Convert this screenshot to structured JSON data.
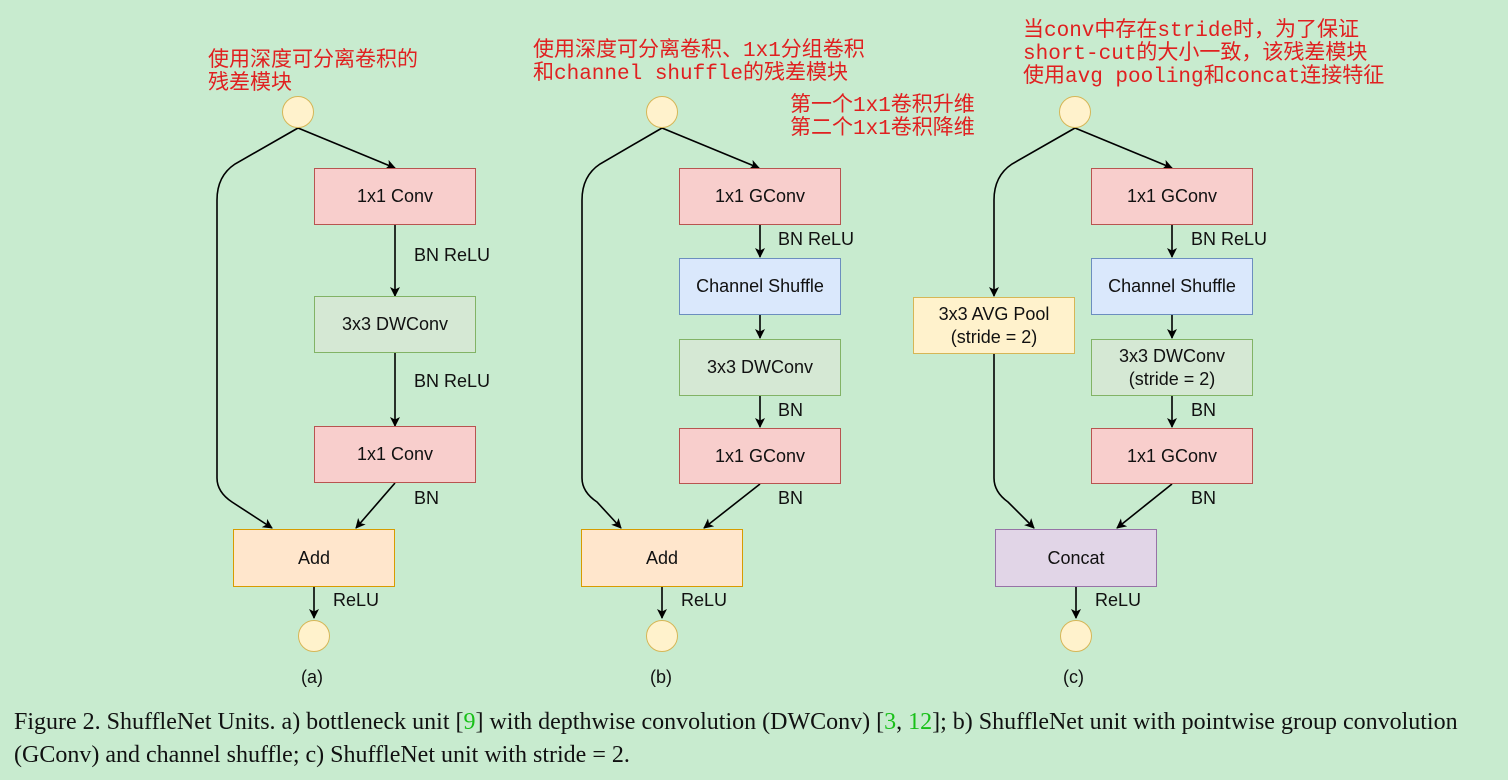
{
  "annotations": {
    "a": [
      "使用深度可分离卷积的",
      "残差模块"
    ],
    "b": [
      "使用深度可分离卷积、1x1分组卷积",
      "和channel shuffle的残差模块"
    ],
    "b_extra": [
      "第一个1x1卷积升维",
      "第二个1x1卷积降维"
    ],
    "c": [
      "当conv中存在stride时，为了保证",
      "short-cut的大小一致，该残差模块",
      "使用avg pooling和concat连接特征"
    ]
  },
  "units": {
    "a": {
      "label": "(a)",
      "conv1": "1x1 Conv",
      "edge1": "BN ReLU",
      "dwconv": "3x3 DWConv",
      "edge2": "BN ReLU",
      "conv2": "1x1 Conv",
      "edge3": "BN",
      "merge": "Add",
      "edge4": "ReLU"
    },
    "b": {
      "label": "(b)",
      "gconv1": "1x1 GConv",
      "edge1": "BN ReLU",
      "shuffle": "Channel Shuffle",
      "dwconv": "3x3 DWConv",
      "edge2": "BN",
      "gconv2": "1x1 GConv",
      "edge3": "BN",
      "merge": "Add",
      "edge4": "ReLU"
    },
    "c": {
      "label": "(c)",
      "avgpool": "3x3 AVG Pool\n(stride = 2)",
      "gconv1": "1x1 GConv",
      "edge1": "BN ReLU",
      "shuffle": "Channel Shuffle",
      "dwconv": "3x3 DWConv\n(stride = 2)",
      "edge2": "BN",
      "gconv2": "1x1 GConv",
      "edge3": "BN",
      "merge": "Concat",
      "edge4": "ReLU"
    }
  },
  "caption": {
    "t1": "Figure 2. ShuffleNet Units. a) bottleneck unit [",
    "c1": "9",
    "t2": "] with depthwise convolution (DWConv) [",
    "c2": "3",
    "t3": ", ",
    "c3": "12",
    "t4": "]; b) ShuffleNet unit with pointwise group convolution (GConv) and channel shuffle; c) ShuffleNet unit with stride = 2."
  }
}
